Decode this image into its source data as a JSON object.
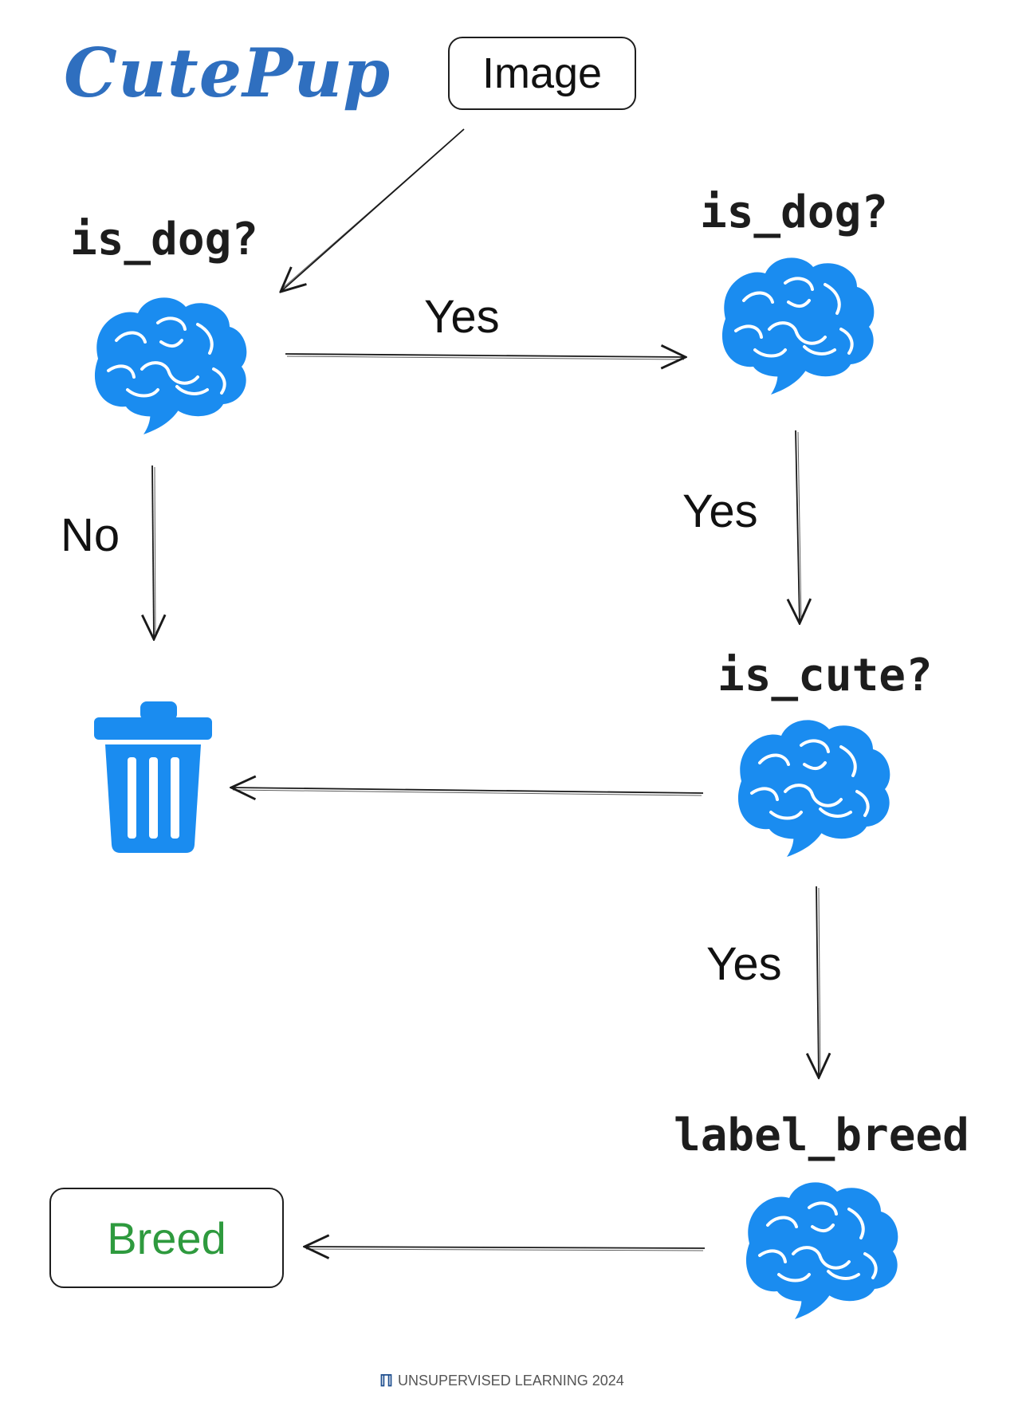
{
  "title": "CutePup",
  "input_box": {
    "label": "Image"
  },
  "nodes": {
    "is_dog_1": {
      "label": "is_dog?"
    },
    "is_dog_2": {
      "label": "is_dog?"
    },
    "is_cute": {
      "label": "is_cute?"
    },
    "label_breed": {
      "label": "label_breed"
    }
  },
  "edges": {
    "yes_1": "Yes",
    "no_1": "No",
    "yes_2": "Yes",
    "yes_3": "Yes"
  },
  "output_box": {
    "label": "Breed",
    "color": "#2e9a3e"
  },
  "icons": {
    "node_icon": "brain-icon",
    "discard_icon": "trash-icon",
    "brand_mark": "logo-icon"
  },
  "colors": {
    "brain": "#1a8cf0",
    "trash": "#1a8cf0",
    "title": "#2f6fbf",
    "footer_mark": "#1f4f8f"
  },
  "footer": {
    "mark": "ℿ",
    "text": "UNSUPERVISED LEARNING 2024"
  }
}
